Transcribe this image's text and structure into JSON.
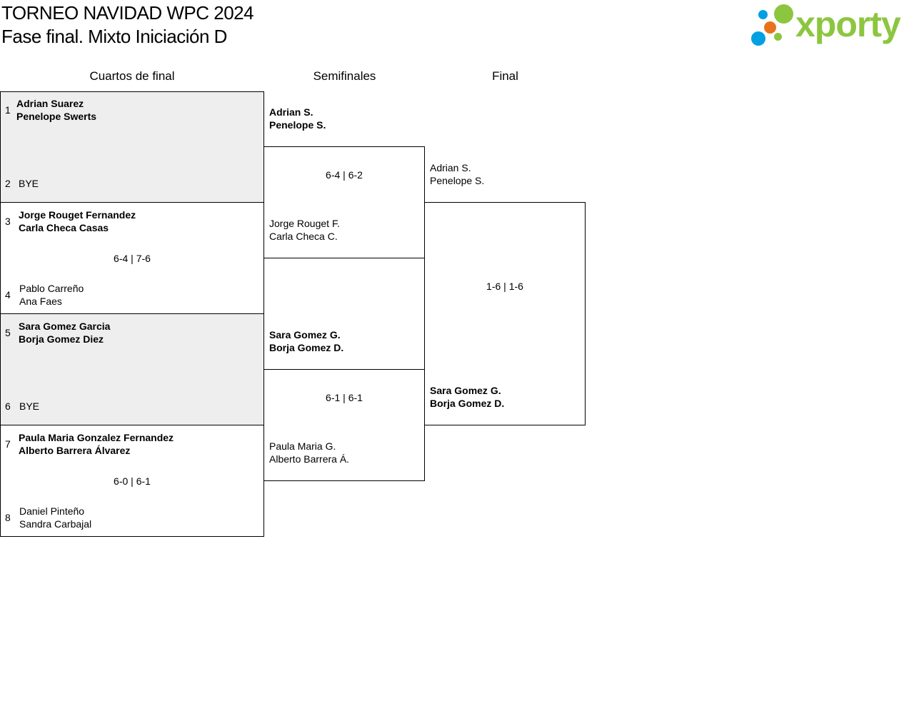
{
  "header": {
    "title": "TORNEO NAVIDAD WPC 2024",
    "subtitle": "Fase final. Mixto Iniciación D"
  },
  "logo": {
    "text": "xporty",
    "colors": [
      "#00a0e3",
      "#8cc63f",
      "#e8731c"
    ]
  },
  "rounds": [
    "Cuartos de final",
    "Semifinales",
    "Final"
  ],
  "quarterfinals": [
    {
      "seed_a": "1",
      "team_a": [
        "Adrian Suarez",
        "Penelope Swerts"
      ],
      "seed_b": "2",
      "team_b": [
        "BYE"
      ],
      "score": ""
    },
    {
      "seed_a": "3",
      "team_a": [
        "Jorge Rouget Fernandez",
        "Carla Checa Casas"
      ],
      "seed_b": "4",
      "team_b": [
        "Pablo Carreño",
        "Ana Faes"
      ],
      "score": "6-4 | 7-6"
    },
    {
      "seed_a": "5",
      "team_a": [
        "Sara Gomez Garcia",
        "Borja Gomez Diez"
      ],
      "seed_b": "6",
      "team_b": [
        "BYE"
      ],
      "score": ""
    },
    {
      "seed_a": "7",
      "team_a": [
        "Paula Maria Gonzalez Fernandez",
        "Alberto Barrera Álvarez"
      ],
      "seed_b": "8",
      "team_b": [
        "Daniel Pinteño",
        "Sandra Carbajal"
      ],
      "score": "6-0 | 6-1"
    }
  ],
  "semifinals": [
    {
      "team_a": [
        "Adrian S.",
        "Penelope S."
      ],
      "team_b": [
        "Jorge Rouget F.",
        "Carla Checa C."
      ],
      "score": "6-4 | 6-2"
    },
    {
      "team_a": [
        "Sara Gomez G.",
        "Borja Gomez D."
      ],
      "team_b": [
        "Paula Maria G.",
        "Alberto Barrera Á."
      ],
      "score": "6-1 | 6-1"
    }
  ],
  "final": {
    "team_a": [
      "Adrian S.",
      "Penelope S."
    ],
    "team_b": [
      "Sara Gomez G.",
      "Borja Gomez D."
    ],
    "score": "1-6 | 1-6"
  }
}
